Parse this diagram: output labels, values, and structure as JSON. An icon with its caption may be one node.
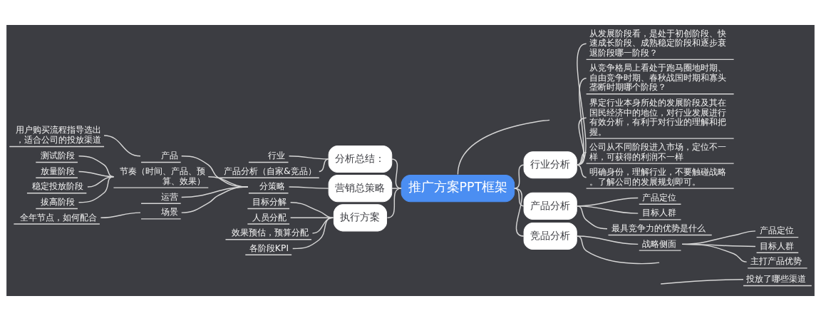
{
  "diagram": {
    "nodes": [
      {
        "text": [
          "推广方案PPT框架"
        ]
      },
      {
        "text": [
          "分析总结："
        ]
      },
      {
        "text": [
          "行业"
        ]
      },
      {
        "text": [
          "产品分析（自家&竞品）"
        ]
      },
      {
        "text": [
          "营销总策略"
        ]
      },
      {
        "text": [
          "分策略"
        ]
      },
      {
        "text": [
          "产品"
        ]
      },
      {
        "text": [
          "用户购买流程指导选出，适合公司的投放渠道"
        ]
      },
      {
        "text": [
          "节奏（时间、产品、预算、效果）"
        ]
      },
      {
        "text": [
          "测试阶段"
        ]
      },
      {
        "text": [
          "放量阶段"
        ]
      },
      {
        "text": [
          "稳定投放阶段"
        ]
      },
      {
        "text": [
          "拔高阶段"
        ]
      },
      {
        "text": [
          "运营"
        ]
      },
      {
        "text": [
          "场景"
        ]
      },
      {
        "text": [
          "全年节点，如何配合"
        ]
      },
      {
        "text": [
          "执行方案"
        ]
      },
      {
        "text": [
          "目标分解"
        ]
      },
      {
        "text": [
          "人员分配"
        ]
      },
      {
        "text": [
          "效果预估，预算分配"
        ]
      },
      {
        "text": [
          "各阶段KPI"
        ]
      },
      {
        "text": [
          "行业分析"
        ]
      },
      {
        "text": [
          "从发展阶段看，是处于初创阶段、快速成长阶段、成熟稳定阶段和逐步衰退阶段哪一阶段？"
        ]
      },
      {
        "text": [
          "从竞争格局上看处于跑马圈地时期、自由竞争时期、春秋战国时期和寡头垄断时期哪个阶段？"
        ]
      },
      {
        "text": [
          "界定行业本身所处的发展阶段及其在国民经济中的地位，对行业发展进行有效分析，有利于对行业的理解和把握。"
        ]
      },
      {
        "text": [
          "公司从不同阶段进入市场，定位不一样，可获得的利润不一样"
        ]
      },
      {
        "text": [
          "明确身份，理解行业，不要触碰战略。了解公司的发展规划即可。"
        ]
      },
      {
        "text": [
          "产品分析"
        ]
      },
      {
        "text": [
          "产品定位"
        ]
      },
      {
        "text": [
          "目标人群"
        ]
      },
      {
        "text": [
          "最具竞争力的优势是什么"
        ]
      },
      {
        "text": [
          "竞品分析"
        ]
      },
      {
        "text": [
          "战略侧面"
        ]
      },
      {
        "text": [
          "产品定位"
        ]
      },
      {
        "text": [
          "目标人群"
        ]
      },
      {
        "text": [
          "主打产品优势"
        ]
      },
      {
        "text": [
          "投放了哪些渠道"
        ]
      }
    ],
    "edges": [
      {
        "from": 0,
        "to": null,
        "arrow": "none"
      },
      {
        "from": 0,
        "to": 1,
        "arrow": "none"
      },
      {
        "from": 1,
        "to": 2,
        "arrow": "none"
      },
      {
        "from": 1,
        "to": 3,
        "arrow": "none"
      },
      {
        "from": 0,
        "to": 4,
        "arrow": "none"
      },
      {
        "from": 4,
        "to": 5,
        "arrow": "none"
      },
      {
        "from": 5,
        "to": 6,
        "arrow": "none"
      },
      {
        "from": 6,
        "to": 7,
        "arrow": "none"
      },
      {
        "from": 5,
        "to": 8,
        "arrow": "none"
      },
      {
        "from": 8,
        "to": 9,
        "arrow": "none"
      },
      {
        "from": 8,
        "to": 10,
        "arrow": "none"
      },
      {
        "from": 8,
        "to": 11,
        "arrow": "none"
      },
      {
        "from": 8,
        "to": 12,
        "arrow": "none"
      },
      {
        "from": 5,
        "to": 13,
        "arrow": "none"
      },
      {
        "from": 5,
        "to": 14,
        "arrow": "none"
      },
      {
        "from": 14,
        "to": 15,
        "arrow": "none"
      },
      {
        "from": 0,
        "to": 16,
        "arrow": "none"
      },
      {
        "from": 16,
        "to": 17,
        "arrow": "none"
      },
      {
        "from": 16,
        "to": 18,
        "arrow": "none"
      },
      {
        "from": 16,
        "to": 19,
        "arrow": "none"
      },
      {
        "from": 16,
        "to": 20,
        "arrow": "none"
      },
      {
        "from": 0,
        "to": 21,
        "arrow": "none"
      },
      {
        "from": 21,
        "to": 22,
        "arrow": "none"
      },
      {
        "from": 21,
        "to": 23,
        "arrow": "none"
      },
      {
        "from": 21,
        "to": 24,
        "arrow": "none"
      },
      {
        "from": 21,
        "to": 25,
        "arrow": "none"
      },
      {
        "from": 21,
        "to": 26,
        "arrow": "none"
      },
      {
        "from": 0,
        "to": 27,
        "arrow": "none"
      },
      {
        "from": 27,
        "to": 28,
        "arrow": "none"
      },
      {
        "from": 27,
        "to": 29,
        "arrow": "none"
      },
      {
        "from": 27,
        "to": 30,
        "arrow": "none"
      },
      {
        "from": 0,
        "to": 31,
        "arrow": "none"
      },
      {
        "from": 31,
        "to": 32,
        "arrow": "none"
      },
      {
        "from": 32,
        "to": 33,
        "arrow": "none"
      },
      {
        "from": 32,
        "to": 34,
        "arrow": "none"
      },
      {
        "from": 32,
        "to": 35,
        "arrow": "none"
      },
      {
        "from": 31,
        "to": null,
        "arrow": "none"
      },
      {
        "from": null,
        "to": 36,
        "arrow": "none"
      }
    ]
  }
}
